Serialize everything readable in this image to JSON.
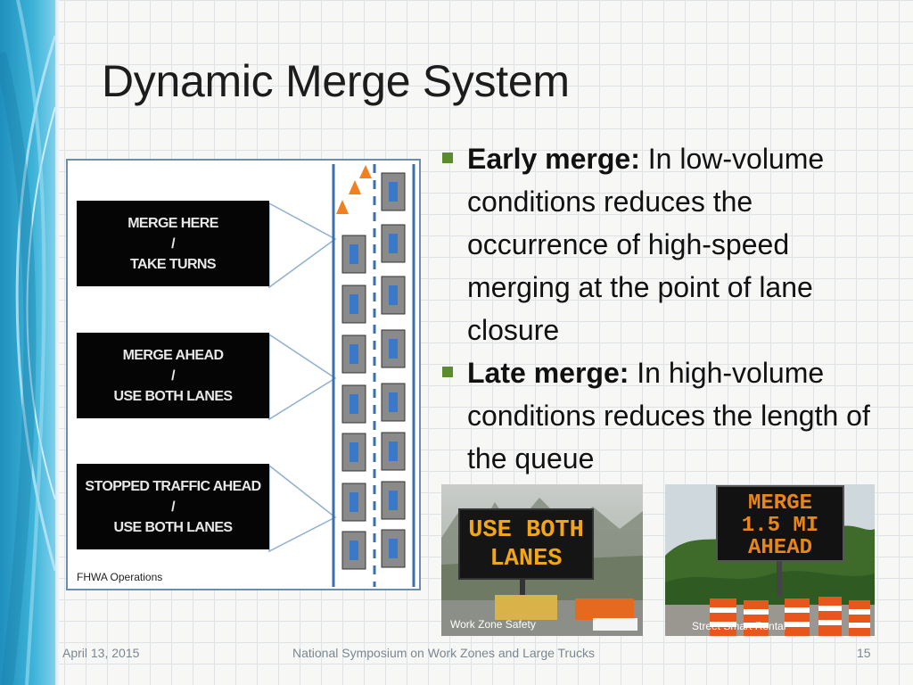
{
  "slide": {
    "title": "Dynamic Merge System",
    "diagram": {
      "signs": [
        {
          "lines": [
            "MERGE HERE",
            "/",
            "TAKE TURNS"
          ]
        },
        {
          "lines": [
            "MERGE AHEAD",
            "/",
            "USE BOTH LANES"
          ]
        },
        {
          "lines": [
            "STOPPED TRAFFIC AHEAD",
            "/",
            "USE BOTH LANES"
          ]
        }
      ],
      "credit": "FHWA Operations"
    },
    "bullets": [
      {
        "bold": "Early merge:",
        "text": " In low-volume conditions reduces the occurrence of high-speed merging at the point of lane closure"
      },
      {
        "bold": "Late merge:",
        "text": " In high-volume conditions reduces the length of the queue"
      }
    ],
    "photos": [
      {
        "sign_lines": [
          "USE BOTH",
          "LANES"
        ],
        "credit": "Work Zone Safety"
      },
      {
        "sign_lines": [
          "MERGE",
          "1.5 MI",
          "AHEAD"
        ],
        "credit": "Street Smart Rental"
      }
    ],
    "footer": {
      "date": "April 13, 2015",
      "event": "National Symposium on Work Zones and Large Trucks",
      "page": "15"
    }
  },
  "colors": {
    "accent_blue": "#2a9fcc",
    "bullet_green": "#5a8c2a",
    "sign_amber": "#f2a516"
  }
}
